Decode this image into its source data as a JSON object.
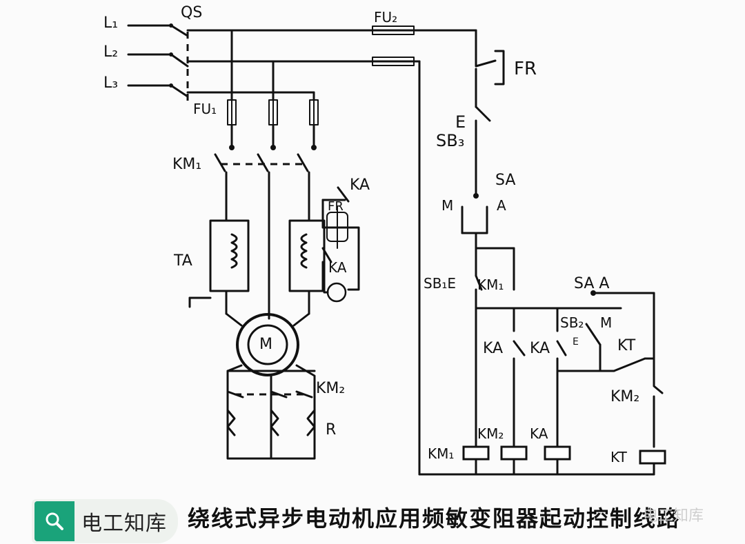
{
  "diagram": {
    "labels": {
      "l1": "L₁",
      "l2": "L₂",
      "l3": "L₃",
      "qs": "QS",
      "fu1": "FU₁",
      "fu2": "FU₂",
      "km1_main": "KM₁",
      "fr_relay": "FR",
      "ka_contact": "KA",
      "ka_contact2": "KA",
      "ta": "TA",
      "motor": "M",
      "km2_rotor": "KM₂",
      "r": "R",
      "fr": "FR",
      "e1": "E",
      "sb3": "SB₃",
      "sa": "SA",
      "sa_m": "M",
      "sa_a": "A",
      "sb1": "SB₁E",
      "km1_aux": "KM₁",
      "saa": "SA A",
      "sb2": "SB₂",
      "sb2_m": "M",
      "e2": "E",
      "kt_contact": "KT",
      "ka_c1": "KA",
      "ka_c2": "KA",
      "km2_nc": "KM₂",
      "coil_km1": "KM₁",
      "coil_km2": "KM₂",
      "coil_ka": "KA",
      "coil_kt": "KT"
    }
  },
  "footer": {
    "badge_label": "电工知库",
    "search_icon": "search-icon",
    "caption": "绕线式异步电动机应用频敏变阻器起动控制线路",
    "watermark": "电工知库"
  }
}
